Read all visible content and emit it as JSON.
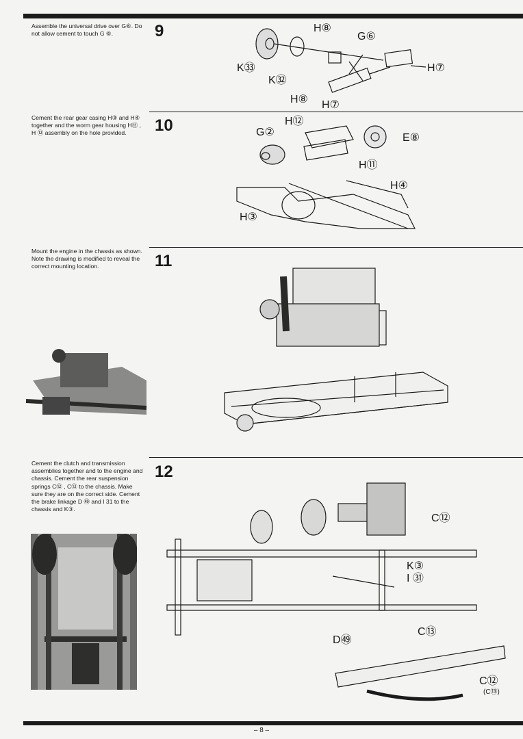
{
  "steps": [
    {
      "number": "9",
      "text": "Assemble the universal drive over G⑥. Do not allow cement to touch G ⑥.",
      "labels": [
        "H⑧",
        "G⑥",
        "K㉝",
        "K㉜",
        "H⑧",
        "H⑦",
        "H⑦"
      ]
    },
    {
      "number": "10",
      "text": "Cement the rear gear casing H③ and H④ together and the worm gear housing H⑪ , H ⑫ assembly on the hole provided.",
      "labels": [
        "H⑫",
        "G②",
        "E⑧",
        "H⑪",
        "H④",
        "H③"
      ]
    },
    {
      "number": "11",
      "text": "Mount the engine in the chassis as shown. Note the drawing is modified to reveal the correct mounting location.",
      "labels": []
    },
    {
      "number": "12",
      "text": "Cement the clutch and transmission assemblies together and to the engine and chassis. Cement the rear suspension springs C⑫ , C⑬ to the chassis. Make sure they are on the correct side. Cement the brake linkage D ㊾ and I 31 to the chassis and K③.",
      "labels": [
        "C⑫",
        "K③",
        "I ㉛",
        "D㊾",
        "C⑬",
        "C⑫",
        "(C⑬)"
      ]
    }
  ],
  "page_number": "– 8 –"
}
